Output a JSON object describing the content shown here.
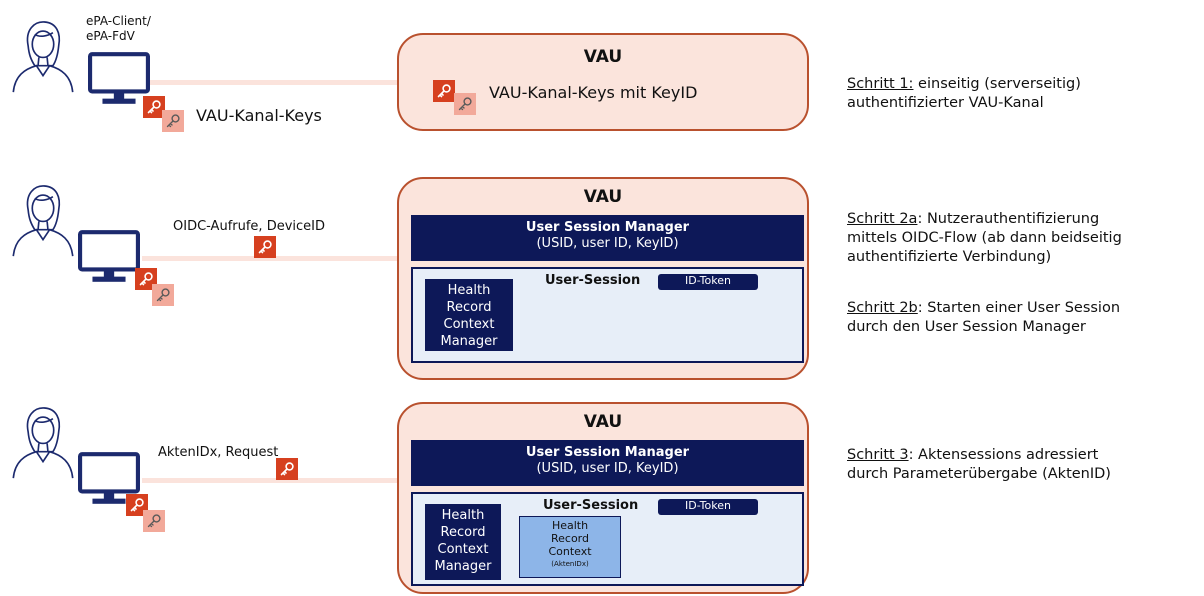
{
  "row1": {
    "client_label_line1": "ePA-Client/",
    "client_label_line2": "ePA-FdV",
    "keys_label": "VAU-Kanal-Keys",
    "vau_title": "VAU",
    "vau_keys_text": "VAU-Kanal-Keys mit KeyID"
  },
  "row2": {
    "link_label": "OIDC-Aufrufe, DeviceID",
    "vau_title": "VAU",
    "usm_title": "User Session Manager",
    "usm_sub": "(USID, user ID, KeyID)",
    "session_label": "User-Session",
    "id_token": "ID-Token",
    "hrcm_lines": [
      "Health",
      "Record",
      "Context",
      "Manager"
    ]
  },
  "row3": {
    "link_label": "AktenIDx, Request",
    "vau_title": "VAU",
    "usm_title": "User Session Manager",
    "usm_sub": "(USID, user ID, KeyID)",
    "session_label": "User-Session",
    "id_token": "ID-Token",
    "hrcm_lines": [
      "Health",
      "Record",
      "Context",
      "Manager"
    ],
    "hrc_lines": [
      "Health",
      "Record",
      "Context"
    ],
    "hrc_small": "(AktenIDx)"
  },
  "steps": {
    "s1_head": "Schritt 1:",
    "s1_rest": " einseitig (serverseitig)",
    "s1_line2": "authentifizierter VAU-Kanal",
    "s2a_head": "Schritt 2a",
    "s2a_rest": ": Nutzerauthentifizierung",
    "s2a_line2": "mittels OIDC-Flow (ab dann beidseitig",
    "s2a_line3": "authentifizierte Verbindung)",
    "s2b_head": "Schritt 2b",
    "s2b_rest": ": Starten einer User Session",
    "s2b_line2": "durch den User Session Manager",
    "s3_head": "Schritt 3",
    "s3_rest": ": Aktensessions adressiert",
    "s3_line2": "durch Parameterübergabe (AktenID)"
  },
  "colors": {
    "vau_fill": "#fbe4dc",
    "vau_border": "#b9512e",
    "navy": "#0d1858",
    "key_dark": "#d6401f",
    "key_light": "#f2a99a",
    "hrc_fill": "#8db5e8"
  },
  "icons": [
    "person-icon",
    "monitor-icon",
    "key-icon"
  ]
}
